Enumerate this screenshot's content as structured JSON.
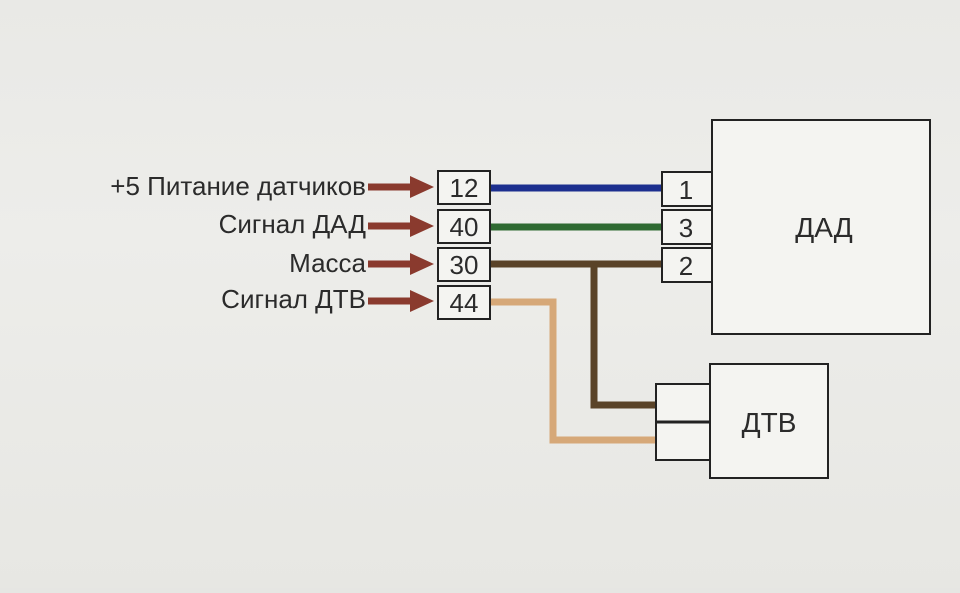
{
  "signals": [
    {
      "label": "+5 Питание датчиков",
      "ecu_pin": "12"
    },
    {
      "label": "Сигнал ДАД",
      "ecu_pin": "40"
    },
    {
      "label": "Масса",
      "ecu_pin": "30"
    },
    {
      "label": "Сигнал ДТВ",
      "ecu_pin": "44"
    }
  ],
  "dad": {
    "label": "ДАД",
    "pins": [
      "1",
      "3",
      "2"
    ]
  },
  "dtv": {
    "label": "ДТВ"
  },
  "colors": {
    "arrow": "#8a3a2e",
    "wire_blue": "#1c2f8f",
    "wire_green": "#2f6a32",
    "wire_brown": "#5a4328",
    "wire_tan": "#d6a878",
    "outline": "#222222",
    "background": "#e9e9e6"
  }
}
